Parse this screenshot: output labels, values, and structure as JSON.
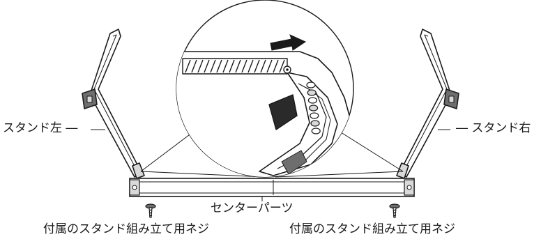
{
  "labels": {
    "stand_left": "スタンド左 ―",
    "stand_right": "― スタンド右",
    "center_part": "センターパーツ",
    "screw_left": "付属のスタンド組み立て用ネジ",
    "screw_right": "付属のスタンド組み立て用ネジ"
  },
  "icons": {
    "arrow": "slide-direction-arrow-icon",
    "screw": "screw-icon"
  },
  "colors": {
    "line": "#1a1a1a",
    "fill_dark": "#2a2a2a",
    "fill_mid": "#6e6e6e",
    "fill_light": "#d9d9d9",
    "background": "#ffffff"
  }
}
